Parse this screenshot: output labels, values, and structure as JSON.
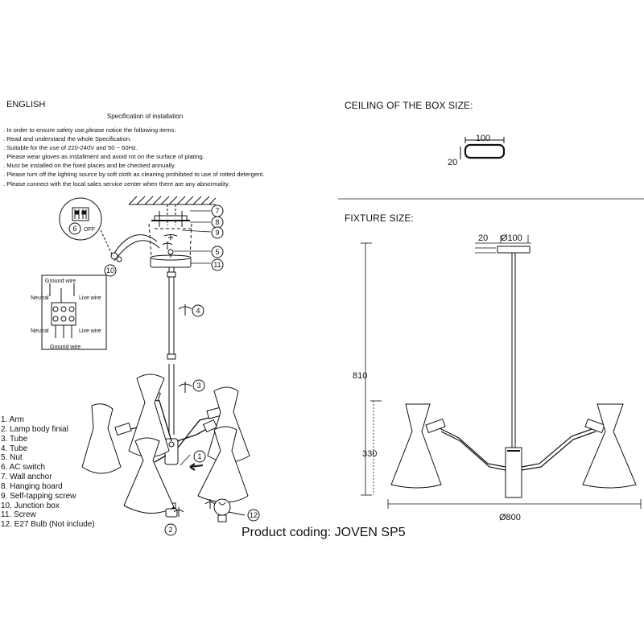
{
  "instructions": {
    "language": "ENGLISH",
    "title": "Specification of installation",
    "notes": [
      ". In order to ensure safety use,please notice the following items:",
      ". Read and understand the whole Specification.",
      ". Suitable for the use of 220-240V and 50 ~ 60Hz.",
      ". Please wear gloves as installment and avoid rot on the surface of plating.",
      ". Must be installed on the fixed places and be checked annually.",
      ". Please turn off the lighting source by soft cloth as cleaning prohibited to use of rotted detergent.",
      ". Please connect with the local sales service center when there are any abnormality."
    ]
  },
  "parts": [
    "1. Arm",
    "2. Lamp body finial",
    "3. Tube",
    "4. Tube",
    "5. Nut",
    "6. AC switch",
    "7. Wall anchor",
    "8. Hanging board",
    "9. Self-tapping screw",
    "10. Junction box",
    "11. Screw",
    "12. E27 Bulb (Not include)"
  ],
  "wiring": {
    "ground_top": "Ground wire",
    "neutral_top": "Neutral",
    "live_top": "Live wire",
    "neutral_bottom": "Neutral",
    "live_bottom": "Live wire",
    "ground_bottom": "Ground wire",
    "switch_label": "OFF"
  },
  "callouts": {
    "c1": "1",
    "c2": "2",
    "c3": "3",
    "c4": "4",
    "c5": "5",
    "c6": "6",
    "c7": "7",
    "c8": "8",
    "c9": "9",
    "c10": "10",
    "c11": "11",
    "c12": "12"
  },
  "box": {
    "title": "CEILING OF THE BOX SIZE:",
    "width": "100",
    "height": "20"
  },
  "fixture": {
    "title": "FIXTURE SIZE:",
    "canopy_height": "20",
    "canopy_diameter": "Ø100",
    "total_height": "810",
    "body_height": "330",
    "span": "Ø800"
  },
  "product_coding": "Product coding: JOVEN SP5"
}
